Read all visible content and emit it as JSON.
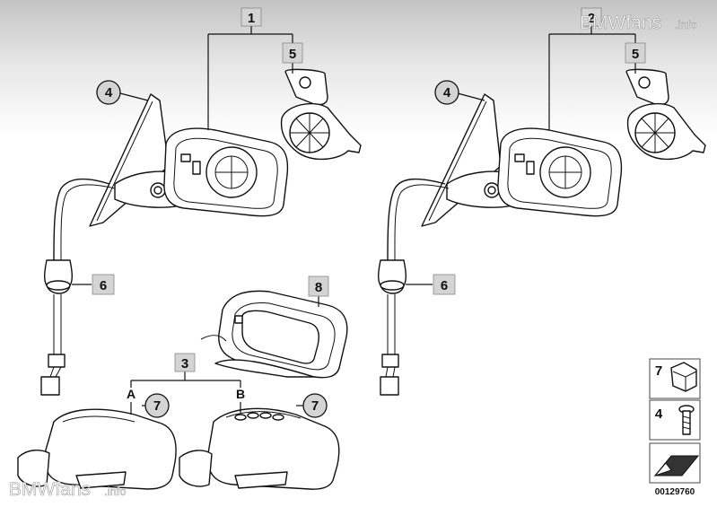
{
  "watermark_top": {
    "brand": "BMWfans",
    "suffix": ".info"
  },
  "watermark_bottom": {
    "brand": "BMWfans",
    "suffix": ".info"
  },
  "callouts": {
    "part_1": "1",
    "part_2": "2",
    "part_3": "3",
    "part_4_left": "4",
    "part_4_right": "4",
    "part_5_left": "5",
    "part_5_right": "5",
    "part_6_left": "6",
    "part_6_right": "6",
    "part_7_left": "7",
    "part_7_right": "7",
    "part_8": "8",
    "variant_a": "A",
    "variant_b": "B"
  },
  "legend": {
    "item_7": "7",
    "item_4": "4"
  },
  "reference_number": "00129760",
  "colors": {
    "callout_fill": "#d4d4d4",
    "line": "#111111",
    "header_gradient": "#c4c4c4"
  }
}
